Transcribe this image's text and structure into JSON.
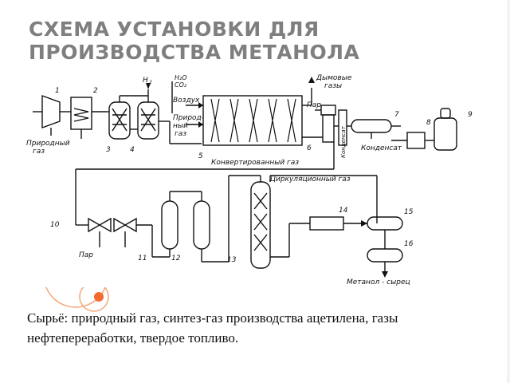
{
  "slide": {
    "title_lines": [
      "СХЕМА УСТАНОВКИ ДЛЯ",
      "ПРОИЗВОДСТВА МЕТАНОЛА"
    ],
    "caption": "Сырьё: природный газ, синтез-газ производства ацетилена, газы нефтепереработки, твердое топливо."
  },
  "diagram": {
    "labels": {
      "natural_gas_1": "Природный",
      "natural_gas_2": "газ",
      "h2": "H",
      "h2_sub": "2",
      "h2o": "H₂O",
      "co2": "CO₂",
      "air": "Воздух",
      "fuel_gas_1": "Природ-",
      "fuel_gas_2": "ный",
      "fuel_gas_3": "газ",
      "flue_gases_1": "Дымовые",
      "flue_gases_2": "газы",
      "steam_top": "Пар",
      "condensate_side": "Конденсат",
      "condensate": "Конденсат",
      "converted_gas": "Конвертированный газ",
      "circulation_gas": "Циркуляционный газ",
      "steam_bottom": "Пар",
      "methanol_raw": "Метанол - сырец"
    },
    "numbers": [
      "1",
      "2",
      "3",
      "4",
      "5",
      "6",
      "7",
      "8",
      "9",
      "10",
      "11",
      "12",
      "13",
      "14",
      "15",
      "16"
    ]
  }
}
